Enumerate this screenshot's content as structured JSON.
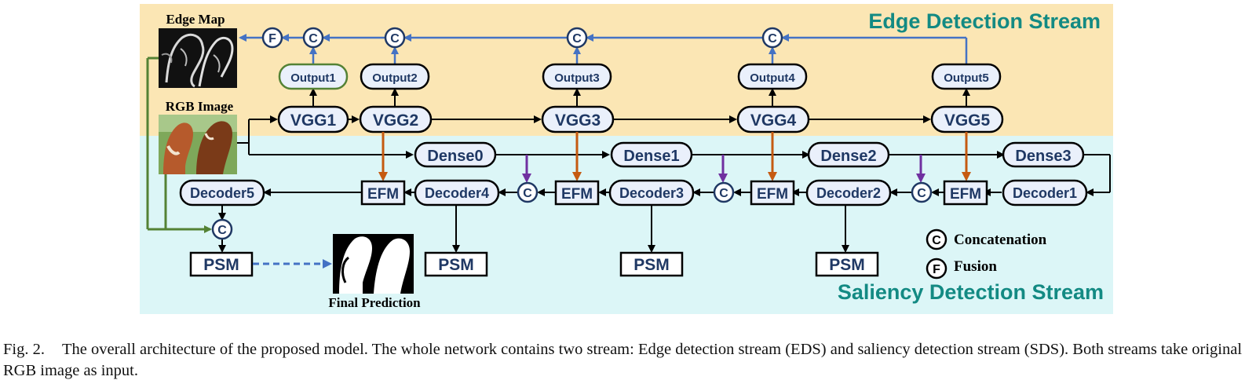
{
  "colors": {
    "edge_band": "#fbe6b4",
    "saliency_band": "#dcf6f7",
    "node_fill": "#eaf0fb",
    "node_text": "#1f3864",
    "blue_arrow": "#4472c4",
    "orange_arrow": "#c55a11",
    "purple_arrow": "#7030a0",
    "green_line": "#548235",
    "stream_title": "#138a83"
  },
  "streams": {
    "edge": "Edge Detection Stream",
    "saliency": "Saliency Detection Stream"
  },
  "images": {
    "edge_map": "Edge Map",
    "rgb_image": "RGB Image",
    "final_prediction": "Final Prediction"
  },
  "nodes": {
    "fusion": "F",
    "concat": "C",
    "outputs": [
      "Output1",
      "Output2",
      "Output3",
      "Output4",
      "Output5"
    ],
    "vgg": [
      "VGG1",
      "VGG2",
      "VGG3",
      "VGG4",
      "VGG5"
    ],
    "dense": [
      "Dense0",
      "Dense1",
      "Dense2",
      "Dense3"
    ],
    "decoders": [
      "Decoder1",
      "Decoder2",
      "Decoder3",
      "Decoder4",
      "Decoder5"
    ],
    "efm": "EFM",
    "psm": "PSM"
  },
  "legend": {
    "concatenation": "Concatenation",
    "fusion": "Fusion"
  },
  "caption": {
    "label": "Fig. 2.",
    "text": "The overall architecture of the proposed model. The whole network contains two stream: Edge detection stream (EDS) and saliency detection stream (SDS). Both streams take original RGB image as input."
  }
}
